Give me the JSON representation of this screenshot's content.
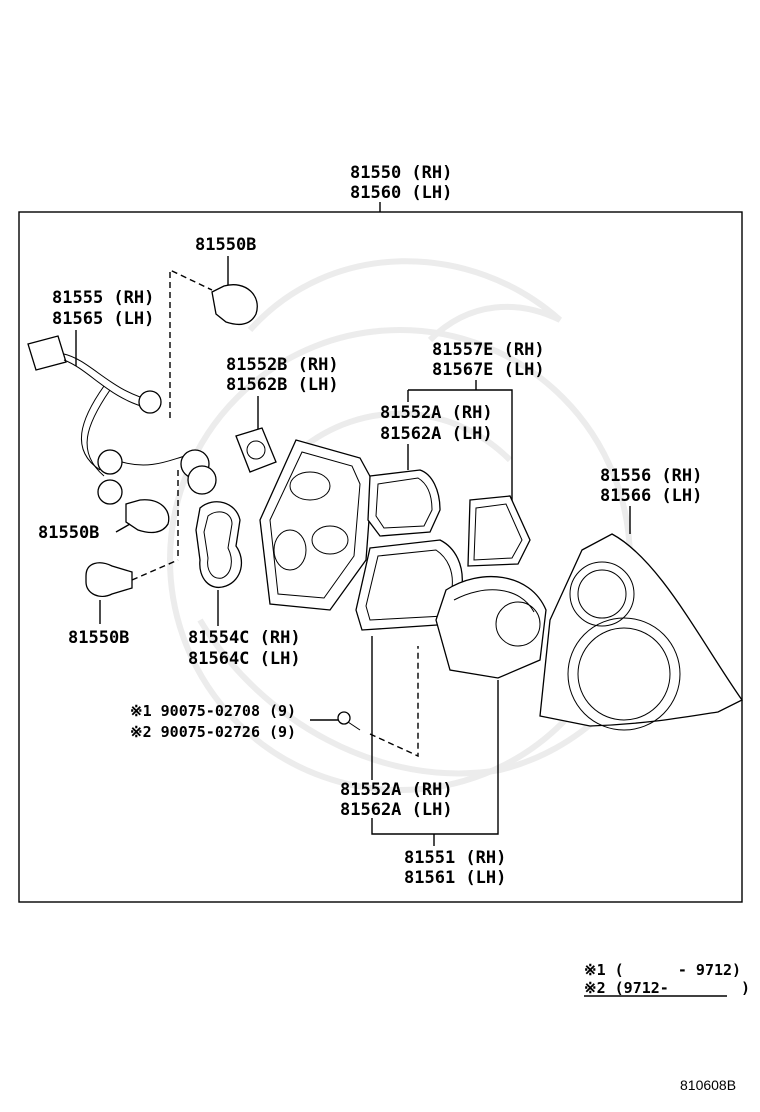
{
  "parts": {
    "assembly": [
      "81550 (RH)",
      "81560 (LH)"
    ],
    "bulb_top": "81550B",
    "socket_wire": [
      "81555 (RH)",
      "81565 (LH)"
    ],
    "gasket_b": [
      "81552B (RH)",
      "81562B (LH)"
    ],
    "lens_e": [
      "81557E (RH)",
      "81567E (LH)"
    ],
    "gasket_a_upper": [
      "81552A (RH)",
      "81562A (LH)"
    ],
    "lens_cover": [
      "81556 (RH)",
      "81566 (LH)"
    ],
    "bulb_mid": "81550B",
    "bulb_low": "81550B",
    "gasket_c": [
      "81554C (RH)",
      "81564C (LH)"
    ],
    "screw_1": "※1 90075-02708 (9)",
    "screw_2": "※2 90075-02726 (9)",
    "gasket_a_lower": [
      "81552A (RH)",
      "81562A (LH)"
    ],
    "lens_sub": [
      "81551 (RH)",
      "81561 (LH)"
    ]
  },
  "notes": {
    "note1": "※1 (      - 9712)",
    "note2": "※2 (9712-        )"
  },
  "diagram_code": "810608B"
}
